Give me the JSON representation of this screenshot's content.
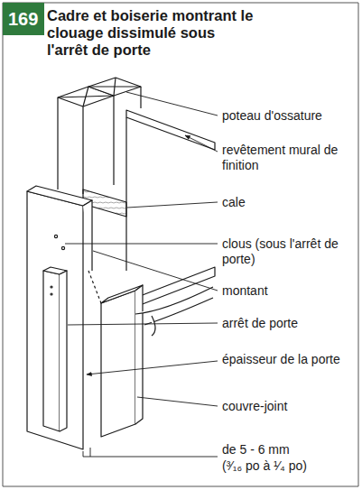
{
  "diagram": {
    "title": "Cadre et boiserie montrant le clouage dissimulé sous l'arrêt de porte",
    "nodes": [
      {
        "text": [
          "169"
        ]
      }
    ],
    "labels": [
      "poteau d'ossature",
      "revêtement mural de finition",
      "cale",
      "clous (sous l'arrêt de porte)",
      "montant",
      "arrêt de porte",
      "épaisseur de la porte",
      "couvre-joint",
      "de 5 - 6 mm",
      "(³⁄₁₆ po à ¹⁄₄ po)"
    ]
  }
}
